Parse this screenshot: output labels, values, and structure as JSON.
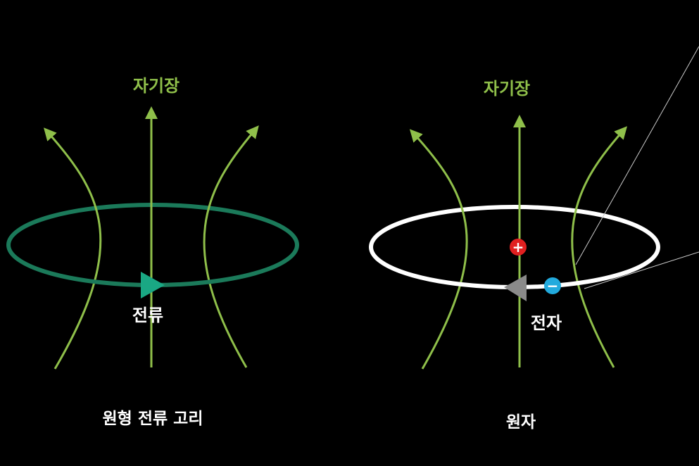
{
  "left_panel": {
    "field_label": "자기장",
    "current_label": "전류",
    "caption": "원형 전류 고리"
  },
  "right_panel": {
    "field_label": "자기장",
    "electron_label": "전자",
    "proton_sign": "+",
    "electron_sign": "−",
    "caption": "원자"
  },
  "colors": {
    "background": "#000000",
    "field_line": "#8fbf4a",
    "current_loop": "#1b7a5a",
    "current_arrow": "#1aa884",
    "atom_orbit": "#ffffff",
    "electron_arrow": "#8a8a8a",
    "proton": "#e02020",
    "electron": "#22aadd"
  }
}
